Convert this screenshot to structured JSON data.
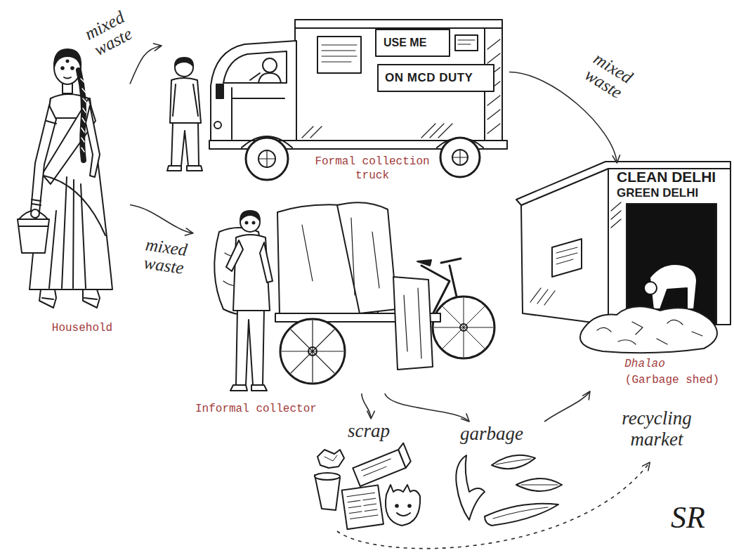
{
  "diagram": {
    "nodes": [
      {
        "text": [
          "Household"
        ]
      },
      {
        "text": [
          "Formal collection truck"
        ]
      },
      {
        "text": [
          "Informal collector"
        ]
      },
      {
        "text": [
          "Dhalao",
          "(Garbage shed)"
        ]
      },
      {
        "text": [
          "scrap"
        ]
      },
      {
        "text": [
          "garbage"
        ]
      },
      {
        "text": [
          "recycling market"
        ]
      }
    ],
    "edges": [
      {
        "from": 0,
        "to": 1,
        "label": "mixed waste",
        "arrow": "to"
      },
      {
        "from": 0,
        "to": 2,
        "label": "mixed waste",
        "arrow": "to"
      },
      {
        "from": 1,
        "to": 3,
        "label": "mixed waste",
        "arrow": "to"
      },
      {
        "from": 2,
        "to": 4,
        "arrow": "to"
      },
      {
        "from": 2,
        "to": 5,
        "arrow": "to"
      },
      {
        "from": 5,
        "to": 3,
        "arrow": "to"
      },
      {
        "from": 4,
        "to": 6,
        "arrow": "to"
      }
    ],
    "labels": [
      "USE ME",
      "ON MCD DUTY",
      "CLEAN DELHI",
      "GREEN DELHI",
      "SR"
    ]
  }
}
